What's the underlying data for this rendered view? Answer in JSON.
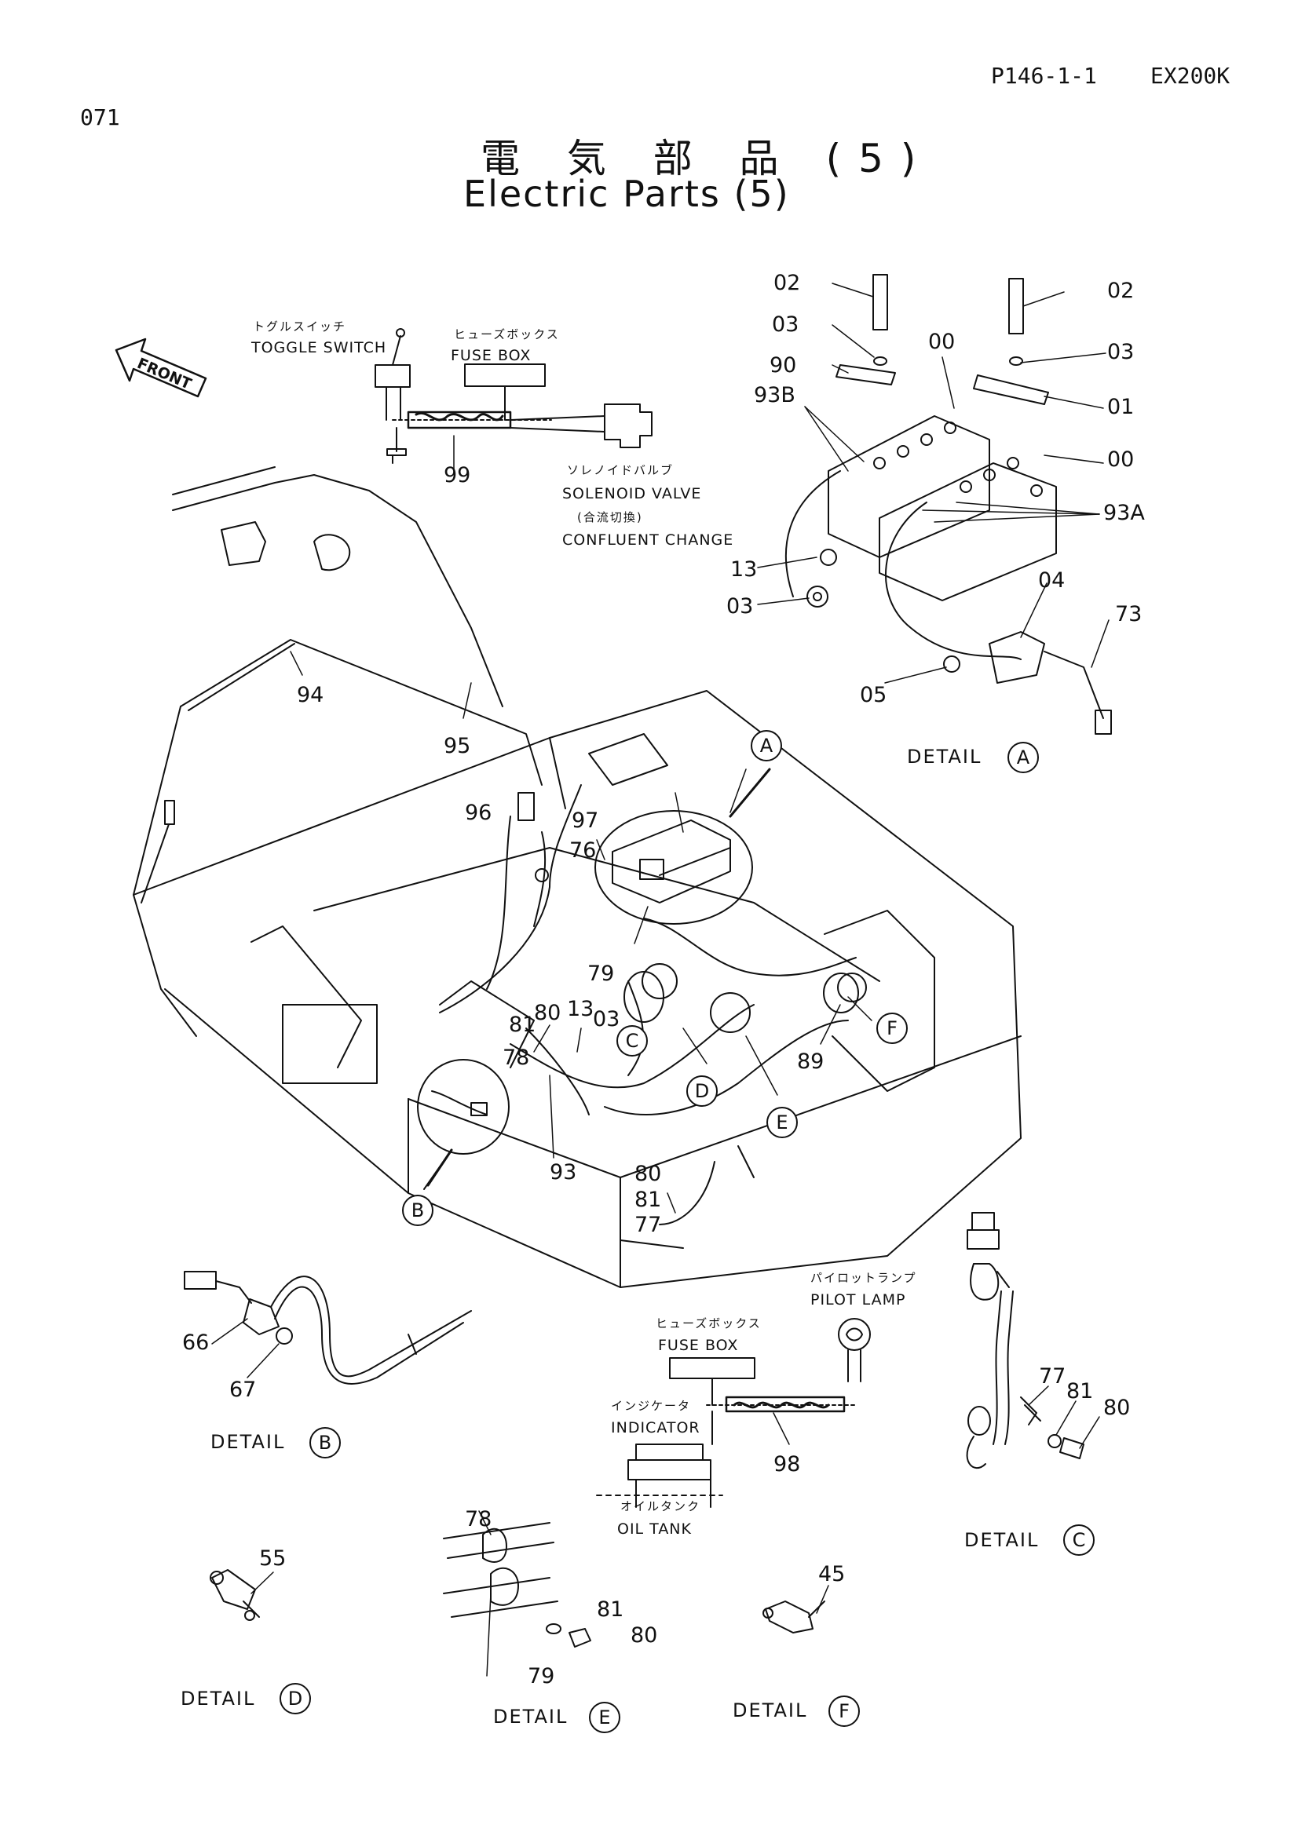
{
  "header": {
    "page_number": "071",
    "part_ref": "P146-1-1",
    "model": "EX200K"
  },
  "title": {
    "japanese": "電 気 部 品 (5)",
    "english": "Electric Parts (5)"
  },
  "front_arrow_label": "FRONT",
  "components": {
    "toggle_switch": {
      "jp": "トグルスイッチ",
      "en": "TOGGLE SWITCH"
    },
    "fuse_box_top": {
      "jp": "ヒューズボックス",
      "en": "FUSE BOX"
    },
    "solenoid_valve": {
      "jp": "ソレノイドバルブ",
      "en": "SOLENOID VALVE",
      "jp_sub": "(合流切換)",
      "en_sub": "CONFLUENT CHANGE"
    },
    "pilot_lamp": {
      "jp": "パイロットランプ",
      "en": "PILOT LAMP"
    },
    "fuse_box_bottom": {
      "jp": "ヒューズボックス",
      "en": "FUSE BOX"
    },
    "indicator": {
      "jp": "インジケータ",
      "en": "INDICATOR"
    },
    "oil_tank": {
      "jp": "オイルタンク",
      "en": "OIL TANK"
    }
  },
  "part_numbers": {
    "p02a": "02",
    "p02b": "02",
    "p03a": "03",
    "p03b": "03",
    "p00a": "00",
    "p90": "90",
    "p01": "01",
    "p93b": "93B",
    "p00b": "00",
    "p93a": "93A",
    "p13a": "13",
    "p03c": "03",
    "p04": "04",
    "p73": "73",
    "p05": "05",
    "p99": "99",
    "p94": "94",
    "p95": "95",
    "p96": "96",
    "p97": "97",
    "p76": "76",
    "p79a": "79",
    "p81a": "81",
    "p80a": "80",
    "p13b": "13",
    "p03d": "03",
    "p78a": "78",
    "p93": "93",
    "p89": "89",
    "p80b": "80",
    "p81b": "81",
    "p77a": "77",
    "p66": "66",
    "p67": "67",
    "p98": "98",
    "p77b": "77",
    "p81c": "81",
    "p80c": "80",
    "p55": "55",
    "p78b": "78",
    "p81d": "81",
    "p80d": "80",
    "p79b": "79",
    "p45": "45"
  },
  "callouts": {
    "a": "A",
    "b": "B",
    "c": "C",
    "d": "D",
    "e": "E",
    "f": "F"
  },
  "details": {
    "a": {
      "label": "DETAIL",
      "letter": "A"
    },
    "b": {
      "label": "DETAIL",
      "letter": "B"
    },
    "c": {
      "label": "DETAIL",
      "letter": "C"
    },
    "d": {
      "label": "DETAIL",
      "letter": "D"
    },
    "e": {
      "label": "DETAIL",
      "letter": "E"
    },
    "f": {
      "label": "DETAIL",
      "letter": "F"
    }
  }
}
